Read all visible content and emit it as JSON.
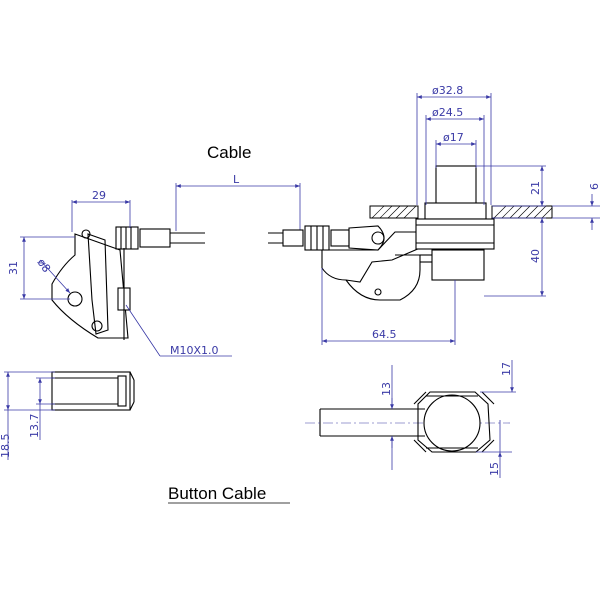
{
  "titles": {
    "cable": "Cable",
    "button_cable": "Button Cable"
  },
  "dims": {
    "d32_8": "ø32.8",
    "d24_5": "ø24.5",
    "d17": "ø17",
    "L": "L",
    "w29": "29",
    "h31": "31",
    "d8": "ø8",
    "h21": "21",
    "h6": "6",
    "h40": "40",
    "w64_5": "64.5",
    "thread": "M10X1.0",
    "h13_7": "13.7",
    "h18_5": "18.5",
    "h13": "13",
    "h17": "17",
    "h15": "15"
  },
  "colors": {
    "dimension": "#3a3aa6",
    "outline": "#000000"
  }
}
